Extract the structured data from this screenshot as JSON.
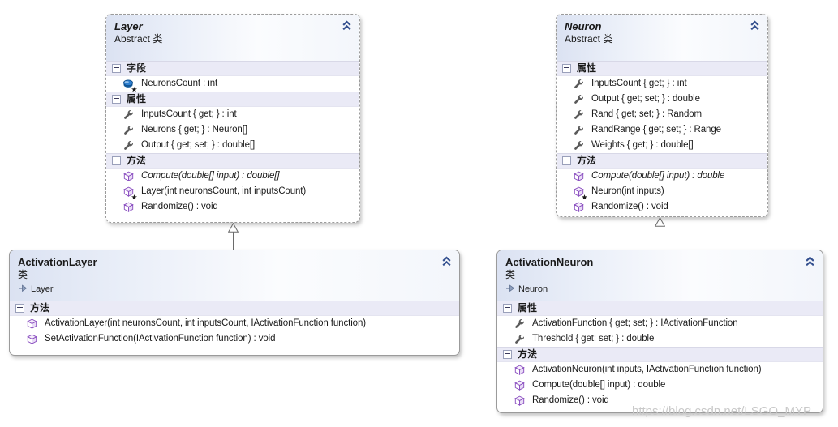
{
  "watermark": "https://blog.csdn.net/LSGO_MYP",
  "colors": {
    "header_gradient_start": "#dbe2f2",
    "section_row_bg": "#eaeaf6",
    "box_border": "#9b9b9b",
    "method_icon_purple": "#8a4fc0",
    "property_icon_gray": "#5a5a5a",
    "field_icon_blue": "#2d7fd0",
    "chevron_blue": "#34508f",
    "connector_gray": "#6b6b6b",
    "watermark_gray": "#c9c9c9"
  },
  "classes": [
    {
      "title": "Layer",
      "kind": "Abstract 类",
      "sections": [
        {
          "label": "字段",
          "items": [
            {
              "icon": "field-private-icon",
              "text": "NeuronsCount : int"
            }
          ]
        },
        {
          "label": "属性",
          "items": [
            {
              "icon": "property-icon",
              "text": "InputsCount { get; } : int"
            },
            {
              "icon": "property-icon",
              "text": "Neurons { get; } : Neuron[]"
            },
            {
              "icon": "property-icon",
              "text": "Output { get; set; } : double[]"
            }
          ]
        },
        {
          "label": "方法",
          "items": [
            {
              "icon": "method-icon",
              "text": "Compute(double[] input) : double[]",
              "style": "italic"
            },
            {
              "icon": "constructor-method-icon",
              "text": "Layer(int neuronsCount, int inputsCount)"
            },
            {
              "icon": "method-icon",
              "text": "Randomize() : void"
            }
          ]
        }
      ]
    },
    {
      "title": "Neuron",
      "kind": "Abstract 类",
      "sections": [
        {
          "label": "属性",
          "items": [
            {
              "icon": "property-icon",
              "text": "InputsCount { get; } : int"
            },
            {
              "icon": "property-icon",
              "text": "Output { get; set; } : double"
            },
            {
              "icon": "property-icon",
              "text": "Rand { get; set; } : Random"
            },
            {
              "icon": "property-icon",
              "text": "RandRange { get; set; } : Range"
            },
            {
              "icon": "property-icon",
              "text": "Weights { get; } : double[]"
            }
          ]
        },
        {
          "label": "方法",
          "items": [
            {
              "icon": "method-icon",
              "text": "Compute(double[] input) : double",
              "style": "italic"
            },
            {
              "icon": "constructor-method-icon",
              "text": "Neuron(int inputs)"
            },
            {
              "icon": "method-icon",
              "text": "Randomize() : void"
            }
          ]
        }
      ]
    },
    {
      "title": "ActivationLayer",
      "kind": "类",
      "base": "Layer",
      "sections": [
        {
          "label": "方法",
          "items": [
            {
              "icon": "method-icon",
              "text": "ActivationLayer(int neuronsCount, int inputsCount, IActivationFunction function)"
            },
            {
              "icon": "method-icon",
              "text": "SetActivationFunction(IActivationFunction function) : void"
            }
          ]
        }
      ]
    },
    {
      "title": "ActivationNeuron",
      "kind": "类",
      "base": "Neuron",
      "sections": [
        {
          "label": "属性",
          "items": [
            {
              "icon": "property-icon",
              "text": "ActivationFunction { get; set; } : IActivationFunction"
            },
            {
              "icon": "property-icon",
              "text": "Threshold { get; set; } : double"
            }
          ]
        },
        {
          "label": "方法",
          "items": [
            {
              "icon": "method-icon",
              "text": "ActivationNeuron(int inputs, IActivationFunction function)"
            },
            {
              "icon": "method-icon",
              "text": "Compute(double[] input) : double"
            },
            {
              "icon": "method-icon",
              "text": "Randomize() : void"
            }
          ]
        }
      ]
    }
  ]
}
